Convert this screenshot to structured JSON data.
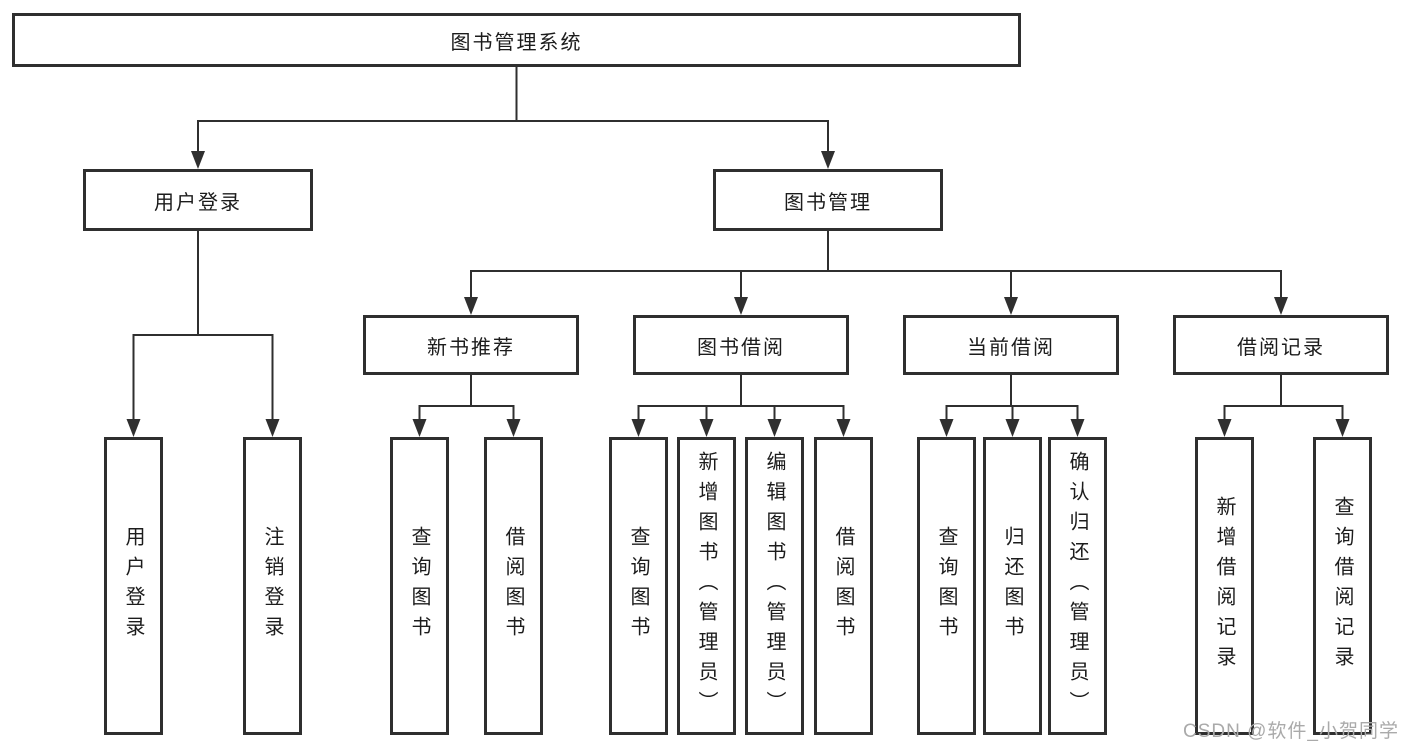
{
  "diagram": {
    "root": {
      "label": "图书管理系统"
    },
    "level2": [
      {
        "label": "用户登录"
      },
      {
        "label": "图书管理"
      }
    ],
    "level3": [
      {
        "label": "新书推荐"
      },
      {
        "label": "图书借阅"
      },
      {
        "label": "当前借阅"
      },
      {
        "label": "借阅记录"
      }
    ],
    "leaves": [
      {
        "label": "用户登录"
      },
      {
        "label": "注销登录"
      },
      {
        "label": "查询图书"
      },
      {
        "label": "借阅图书"
      },
      {
        "label": "查询图书"
      },
      {
        "label": "新增图书（管理员）"
      },
      {
        "label": "编辑图书（管理员）"
      },
      {
        "label": "借阅图书"
      },
      {
        "label": "查询图书"
      },
      {
        "label": "归还图书"
      },
      {
        "label": "确认归还（管理员）"
      },
      {
        "label": "新增借阅记录"
      },
      {
        "label": "查询借阅记录"
      }
    ]
  },
  "watermark": {
    "text": "CSDN @软件_小贺同学"
  },
  "colors": {
    "line": "#2f2f2f",
    "box_border": "#2f2f2f",
    "text": "#1c1c1c",
    "watermark": "#aaaaaa",
    "background": "#ffffff"
  }
}
